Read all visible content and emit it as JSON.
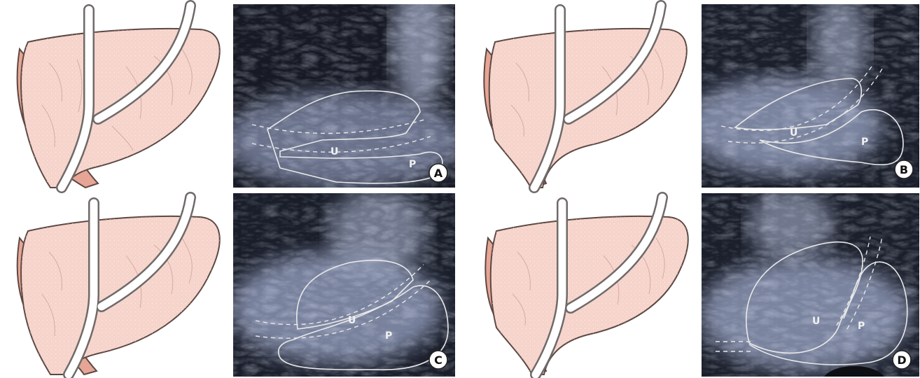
{
  "panels": [
    {
      "badge": "A",
      "u_label": "U",
      "p_label": "P"
    },
    {
      "badge": "B",
      "u_label": "U",
      "p_label": "P"
    },
    {
      "badge": "C",
      "u_label": "U",
      "p_label": "P"
    },
    {
      "badge": "D",
      "u_label": "U",
      "p_label": "P"
    }
  ],
  "colors": {
    "organ_fill": "#f6d4cb",
    "organ_shadow": "#e6a595",
    "organ_outline": "#5c4843",
    "tube_fill": "#ffffff",
    "tube_outline": "#6f6a69",
    "ultrasound_bg": "#171a24",
    "ultrasound_tissue": "#a9b2cd",
    "contour": "#e9e9e9"
  },
  "icons": [
    "prostate-illustration",
    "ultrasound-image",
    "panel-badge"
  ]
}
